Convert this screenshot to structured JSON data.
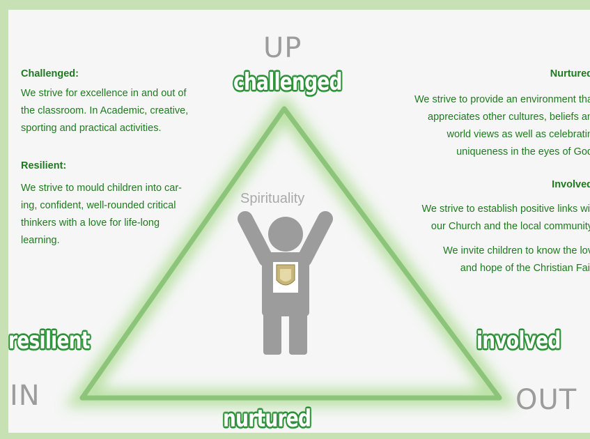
{
  "directions": {
    "up": "UP",
    "in": "IN",
    "out": "OUT"
  },
  "words": {
    "top": "challenged",
    "left": "resilient",
    "right": "involved",
    "bottom": "nurtured"
  },
  "center_label": "Spirituality",
  "left_column": {
    "challenged_heading": "Challenged:",
    "challenged_lines": [
      "We strive for excellence in and out of",
      "the classroom. In Academic, creative,",
      "sporting and practical activities."
    ],
    "resilient_heading": "Resilient:",
    "resilient_lines": [
      "We strive to mould children into car-",
      "ing, confident, well-rounded critical",
      "thinkers with a love for life-long",
      "learning."
    ]
  },
  "right_column": {
    "nurtured_heading": "Nurtured",
    "nurtured_lines": [
      "We strive to provide an environment  tha",
      "appreciates other cultures, beliefs an",
      "world views as well as celebratin",
      "uniqueness in the eyes of God"
    ],
    "involved_heading": "Involved",
    "involved_lines_a": [
      "We strive to  establish positive links wit",
      "our Church and the local community"
    ],
    "involved_lines_b": [
      "We invite children to know  the lov",
      "and hope of the Christian Fait"
    ]
  },
  "colors": {
    "green_text": "#1f7a1f",
    "triangle": "#8cc47a",
    "frame": "#c7e0b4"
  }
}
